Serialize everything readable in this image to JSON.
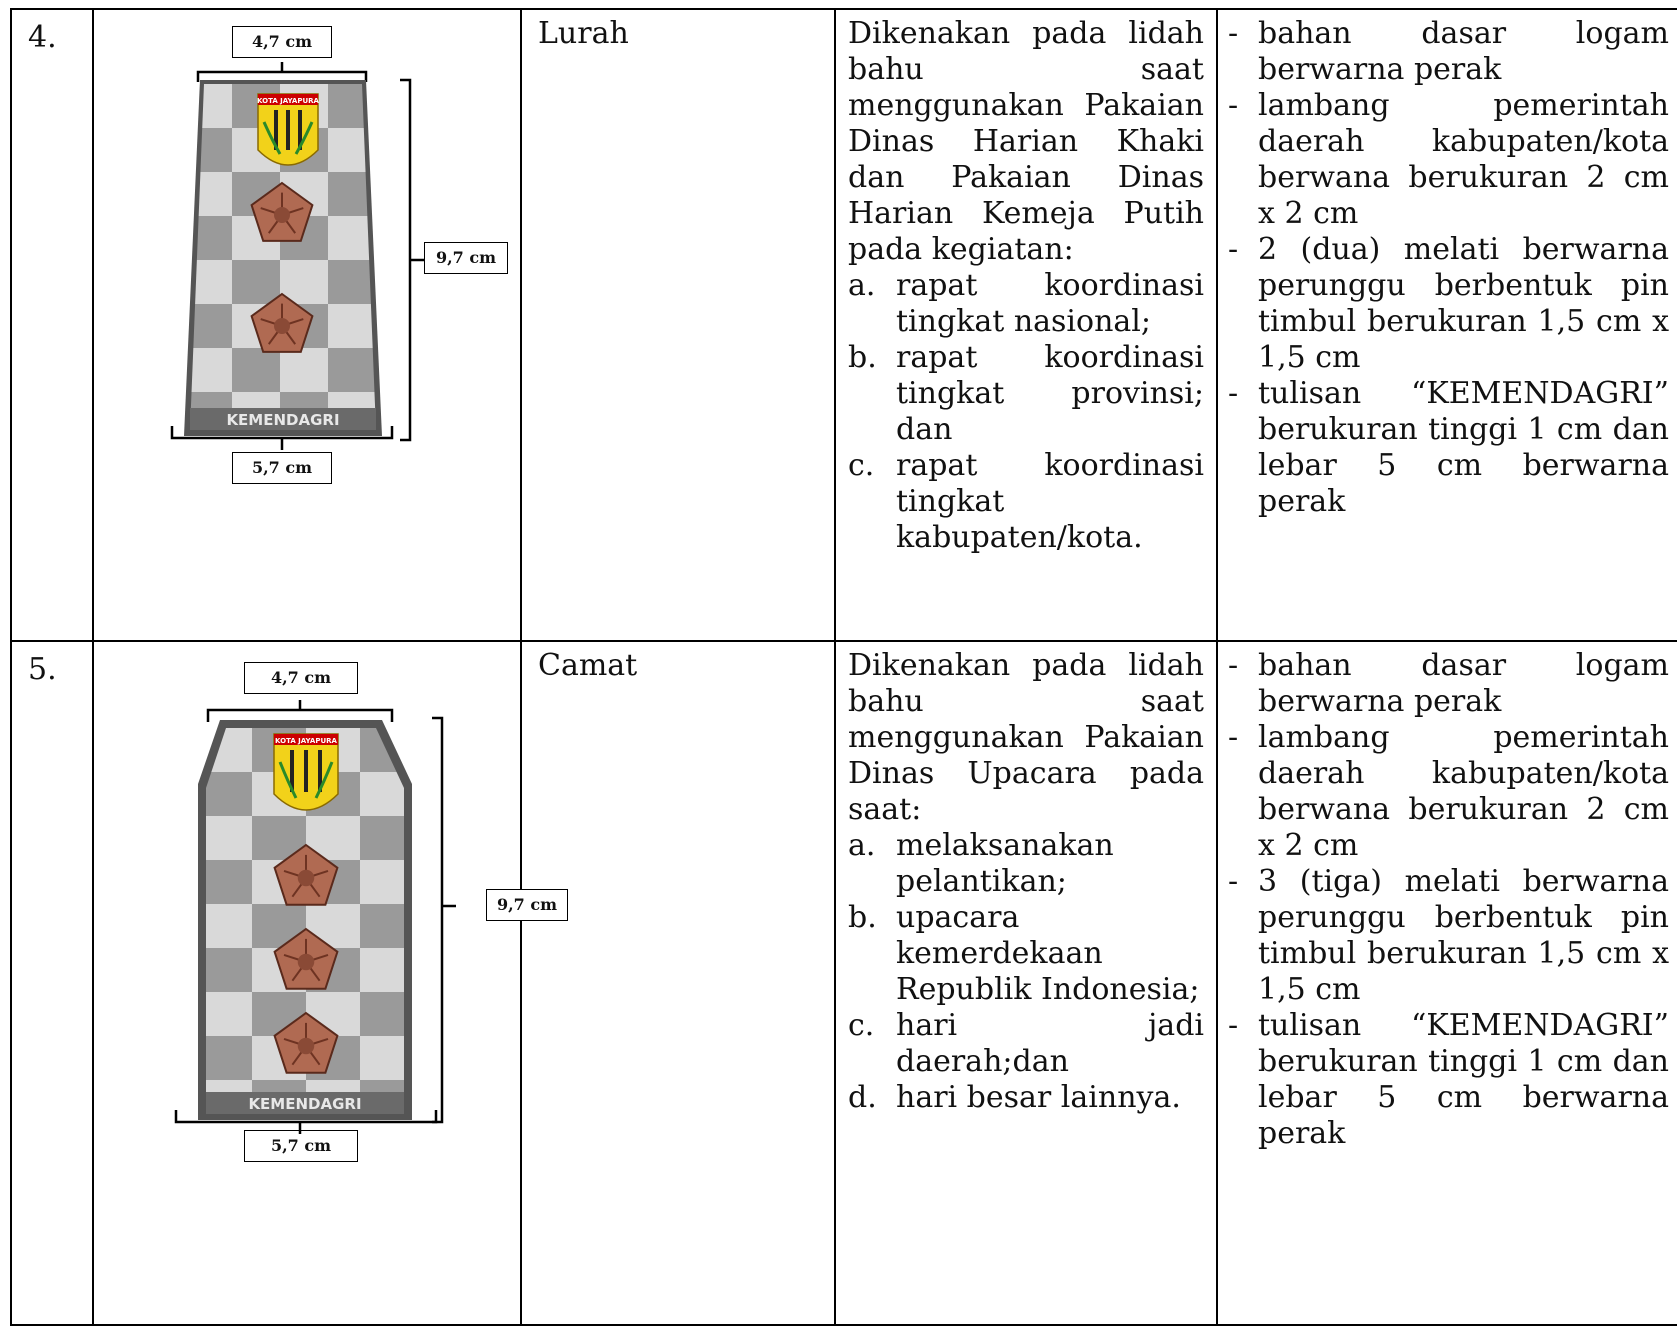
{
  "rows": [
    {
      "no": "4.",
      "jabatan": "Lurah",
      "ket_intro": "Dikenakan pada lidah bahu saat menggunakan Pakaian Dinas Harian Khaki dan Pakaian Dinas Harian Kemeja Putih pada kegiatan:",
      "ket_items": [
        {
          "letter": "a.",
          "text": "rapat koordinasi tingkat nasional;"
        },
        {
          "letter": "b.",
          "text": "rapat koordinasi tingkat provinsi; dan"
        },
        {
          "letter": "c.",
          "text": "rapat koordinasi tingkat kabupaten/kota."
        }
      ],
      "spec": [
        "bahan dasar logam berwarna perak",
        "lambang pemerintah daerah kabupaten/kota berwana berukuran 2 cm x 2 cm",
        "2 (dua) melati berwarna perunggu berbentuk pin timbul berukuran 1,5 cm x 1,5 cm",
        "tulisan “KEMENDAGRI” berukuran tinggi 1 cm dan lebar 5 cm berwarna perak"
      ],
      "dims": {
        "top": "4,7 cm",
        "side": "9,7 cm",
        "bottom": "5,7 cm"
      },
      "emblem_text": "KOTA JAYAPURA",
      "bar_text": "KEMENDAGRI",
      "melati_count": 2
    },
    {
      "no": "5.",
      "jabatan": "Camat",
      "ket_intro": "Dikenakan pada lidah bahu saat menggunakan Pakaian Dinas Upacara pada saat:",
      "ket_items": [
        {
          "letter": "a.",
          "text": "melaksanakan pelantikan;"
        },
        {
          "letter": "b.",
          "text": "upacara kemerdekaan Republik Indonesia;"
        },
        {
          "letter": "c.",
          "text": "hari jadi daerah;dan"
        },
        {
          "letter": "d.",
          "text": "hari besar lainnya."
        }
      ],
      "spec": [
        "bahan dasar logam berwarna perak",
        "lambang pemerintah daerah kabupaten/kota berwana berukuran 2 cm x 2 cm",
        "3 (tiga) melati berwarna perunggu berbentuk pin timbul berukuran 1,5 cm x 1,5 cm",
        "tulisan “KEMENDAGRI” berukuran tinggi 1 cm dan lebar 5 cm berwarna perak"
      ],
      "dims": {
        "top": "4,7 cm",
        "side": "9,7 cm",
        "bottom": "5,7 cm"
      },
      "emblem_text": "KOTA JAYAPURA",
      "bar_text": "KEMENDAGRI",
      "melati_count": 3
    }
  ],
  "colors": {
    "frame": "#555555",
    "check_light": "#d9d9d9",
    "check_dark": "#9a9a9a",
    "bronze": "#b06a52",
    "emblem": "#f2d21a"
  }
}
